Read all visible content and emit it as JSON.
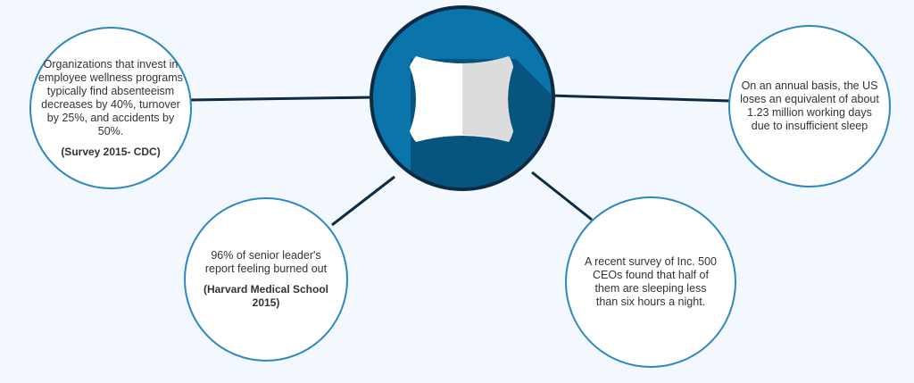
{
  "colors": {
    "background": "#f2f8fd",
    "bubble_border": "#2f87bf",
    "connector": "#0d2b42",
    "hub_fill": "#0a74ab",
    "hub_ring": "#0d2b42",
    "hub_shadow": "#07557f",
    "pillow_light": "#ffffff",
    "pillow_shade": "#dcdcdc"
  },
  "hub": {
    "icon": "pillow-icon"
  },
  "bubbles": [
    {
      "body": "Organizations that invest in employee wellness programs typically find absenteeism decreases by 40%, turnover by 25%, and accidents by 50%.",
      "source": "(Survey 2015- CDC)"
    },
    {
      "body": "96% of senior leader's report feeling burned out",
      "source": "(Harvard Medical School 2015)"
    },
    {
      "body": "On an annual basis, the US loses an equivalent of about 1.23 million working days due to insufficient sleep",
      "source": ""
    },
    {
      "body": "A recent survey of Inc. 500 CEOs found that half of them are sleeping less than six hours a night.",
      "source": ""
    }
  ]
}
